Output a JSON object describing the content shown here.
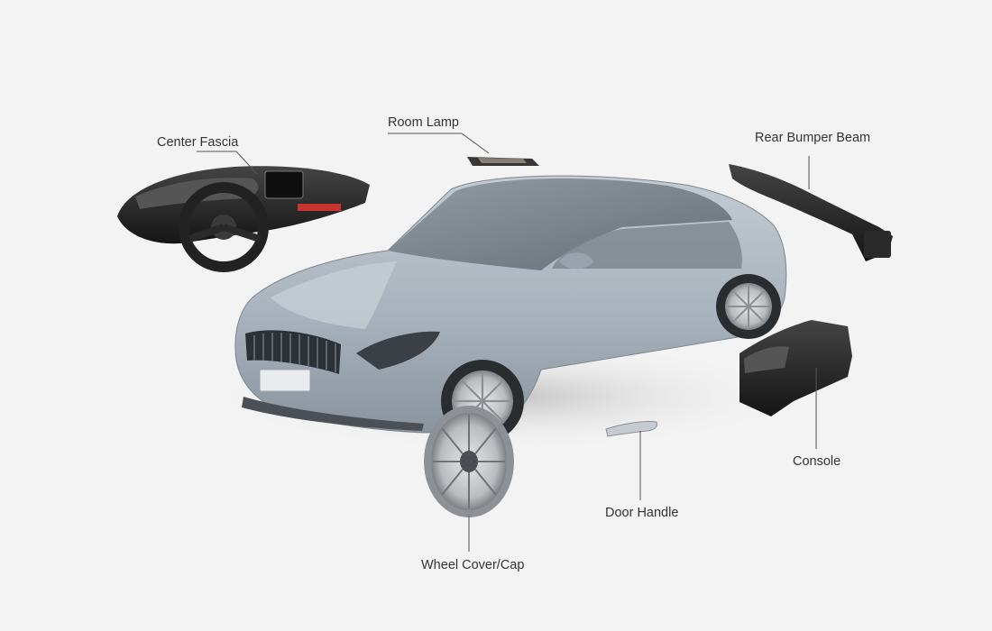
{
  "colors": {
    "background": "#f3f3f3",
    "car_body": "#a9b3bd",
    "leader_line": "#555555",
    "label_text": "#333333",
    "part_dark": "#1e1e1e"
  },
  "callouts": {
    "center_fascia": "Center Fascia",
    "room_lamp": "Room Lamp",
    "rear_bumper_beam": "Rear Bumper Beam",
    "console": "Console",
    "door_handle": "Door Handle",
    "wheel_cover": "Wheel Cover/Cap"
  }
}
